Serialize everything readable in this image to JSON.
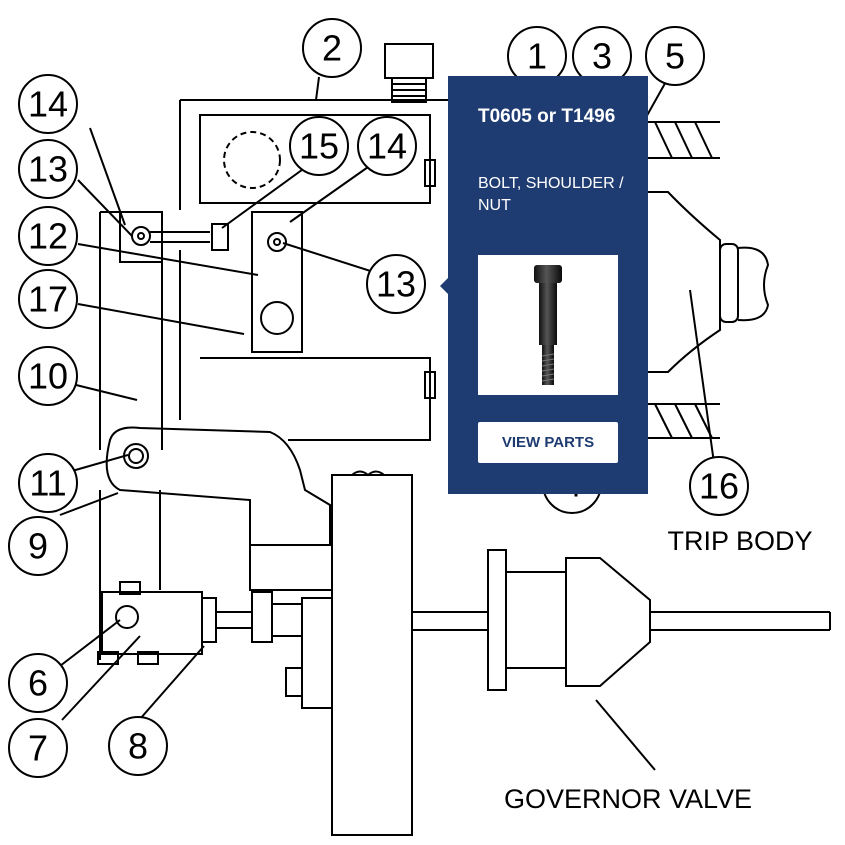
{
  "callouts": {
    "c1": "1",
    "c2": "2",
    "c3": "3",
    "c4": "4",
    "c5": "5",
    "c6": "6",
    "c7": "7",
    "c8": "8",
    "c9": "9",
    "c10": "10",
    "c11": "11",
    "c12": "12",
    "c13a": "13",
    "c13b": "13",
    "c14a": "14",
    "c14b": "14",
    "c15": "15",
    "c16": "16",
    "c17": "17"
  },
  "captions": {
    "trip_body": "TRIP BODY",
    "governor_valve": "GOVERNOR VALVE"
  },
  "popup": {
    "part_number": "T0605 or T1496",
    "description": "BOLT, SHOULDER / NUT",
    "button_label": "VIEW PARTS",
    "image_icon": "shoulder-bolt-icon",
    "color": "#1f3c72"
  }
}
